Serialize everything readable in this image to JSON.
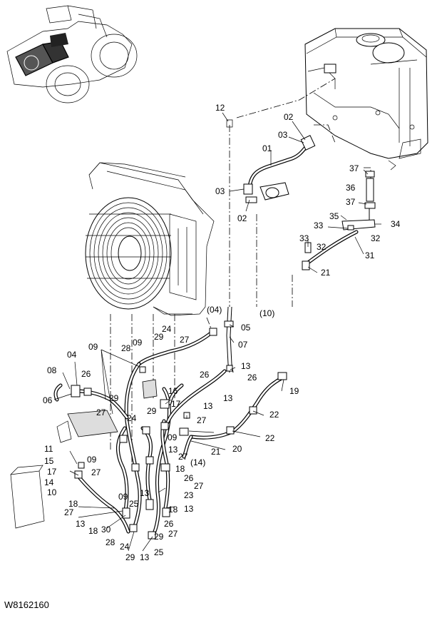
{
  "drawing_code": "W8162160",
  "reference_labels": [
    "(04)",
    "(10)",
    "(14)"
  ],
  "callouts": [
    {
      "id": "c-12",
      "text": "12"
    },
    {
      "id": "c-02a",
      "text": "02"
    },
    {
      "id": "c-03a",
      "text": "03"
    },
    {
      "id": "c-01",
      "text": "01"
    },
    {
      "id": "c-03b",
      "text": "03"
    },
    {
      "id": "c-02b",
      "text": "02"
    },
    {
      "id": "c-37a",
      "text": "37"
    },
    {
      "id": "c-36",
      "text": "36"
    },
    {
      "id": "c-37b",
      "text": "37"
    },
    {
      "id": "c-35",
      "text": "35"
    },
    {
      "id": "c-33a",
      "text": "33"
    },
    {
      "id": "c-34",
      "text": "34"
    },
    {
      "id": "c-32a",
      "text": "32"
    },
    {
      "id": "c-33b",
      "text": "33"
    },
    {
      "id": "c-32b",
      "text": "32"
    },
    {
      "id": "c-31",
      "text": "31"
    },
    {
      "id": "c-21a",
      "text": "21"
    },
    {
      "id": "c-05",
      "text": "05"
    },
    {
      "id": "c-07",
      "text": "07"
    },
    {
      "id": "c-24a",
      "text": "24"
    },
    {
      "id": "c-09a",
      "text": "09"
    },
    {
      "id": "c-29a",
      "text": "29"
    },
    {
      "id": "c-27a",
      "text": "27"
    },
    {
      "id": "c-09b",
      "text": "09"
    },
    {
      "id": "c-28a",
      "text": "28"
    },
    {
      "id": "c-04",
      "text": "04"
    },
    {
      "id": "c-08",
      "text": "08"
    },
    {
      "id": "c-26a",
      "text": "26"
    },
    {
      "id": "c-06",
      "text": "06"
    },
    {
      "id": "c-13a",
      "text": "13"
    },
    {
      "id": "c-26b",
      "text": "26"
    },
    {
      "id": "c-26c",
      "text": "26"
    },
    {
      "id": "c-13b",
      "text": "13"
    },
    {
      "id": "c-16",
      "text": "16"
    },
    {
      "id": "c-17a",
      "text": "17"
    },
    {
      "id": "c-13c",
      "text": "13"
    },
    {
      "id": "c-19",
      "text": "19"
    },
    {
      "id": "c-29b",
      "text": "29"
    },
    {
      "id": "c-27b",
      "text": "27"
    },
    {
      "id": "c-24b",
      "text": "24"
    },
    {
      "id": "c-29c",
      "text": "29"
    },
    {
      "id": "c-27c",
      "text": "27"
    },
    {
      "id": "c-22a",
      "text": "22"
    },
    {
      "id": "c-22b",
      "text": "22"
    },
    {
      "id": "c-09c",
      "text": "09"
    },
    {
      "id": "c-13d",
      "text": "13"
    },
    {
      "id": "c-21b",
      "text": "21"
    },
    {
      "id": "c-20",
      "text": "20"
    },
    {
      "id": "c-27d",
      "text": "27"
    },
    {
      "id": "c-09d",
      "text": "09"
    },
    {
      "id": "c-11",
      "text": "11"
    },
    {
      "id": "c-15",
      "text": "15"
    },
    {
      "id": "c-17b",
      "text": "17"
    },
    {
      "id": "c-27e",
      "text": "27"
    },
    {
      "id": "c-18a",
      "text": "18"
    },
    {
      "id": "c-26d",
      "text": "26"
    },
    {
      "id": "c-14",
      "text": "14"
    },
    {
      "id": "c-10",
      "text": "10"
    },
    {
      "id": "c-27f",
      "text": "27"
    },
    {
      "id": "c-23",
      "text": "23"
    },
    {
      "id": "c-09e",
      "text": "09"
    },
    {
      "id": "c-13e",
      "text": "13"
    },
    {
      "id": "c-18b",
      "text": "18"
    },
    {
      "id": "c-13f",
      "text": "13"
    },
    {
      "id": "c-25a",
      "text": "25"
    },
    {
      "id": "c-18c",
      "text": "18"
    },
    {
      "id": "c-27g",
      "text": "27"
    },
    {
      "id": "c-13g",
      "text": "13"
    },
    {
      "id": "c-18d",
      "text": "18"
    },
    {
      "id": "c-30",
      "text": "30"
    },
    {
      "id": "c-26e",
      "text": "26"
    },
    {
      "id": "c-29d",
      "text": "29"
    },
    {
      "id": "c-27h",
      "text": "27"
    },
    {
      "id": "c-28b",
      "text": "28"
    },
    {
      "id": "c-24c",
      "text": "24"
    },
    {
      "id": "c-29e",
      "text": "29"
    },
    {
      "id": "c-13h",
      "text": "13"
    },
    {
      "id": "c-25b",
      "text": "25"
    }
  ]
}
